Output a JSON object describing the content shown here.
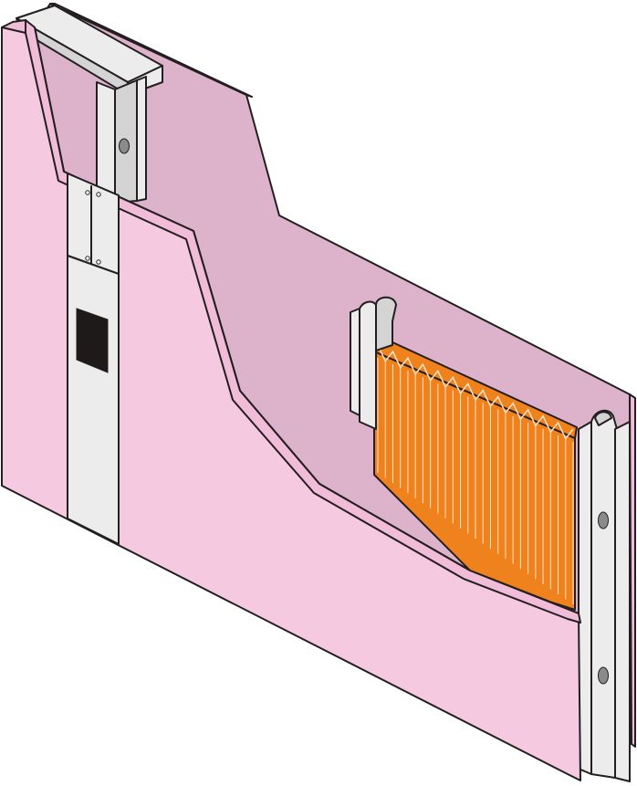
{
  "diagram": {
    "subject": "drywall-partition-cutaway",
    "layers": [
      "outer-board-front",
      "outer-board-back",
      "steel-stud",
      "top-track",
      "insulation",
      "service-box"
    ],
    "colors": {
      "board_front": "#f5c9e0",
      "board_cut": "#dcb3cb",
      "board_edge": "#f0bcd8",
      "metal": "#ececec",
      "metal_shade": "#d4d4d4",
      "insulation": "#f0821e",
      "insulation_light": "#fde4c8",
      "outline": "#231f20",
      "box_opening": "#1f1a1a",
      "screw": "#8a8a8a"
    }
  }
}
